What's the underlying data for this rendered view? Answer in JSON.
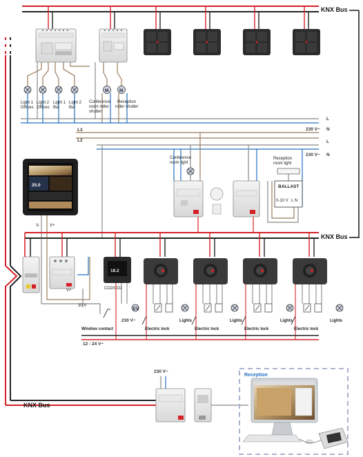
{
  "bus": {
    "top": "KNX Bus",
    "middle": "KNX Bus",
    "bottom": "KNX Bus"
  },
  "phases": {
    "l": "L",
    "n": "N",
    "l2": "L2",
    "l3": "L3",
    "v230": "230 V~"
  },
  "loads": [
    {
      "line1": "Light 1",
      "line2": "Offices"
    },
    {
      "line1": "Light 2",
      "line2": "Offices"
    },
    {
      "line1": "Light 1",
      "line2": "Bar"
    },
    {
      "line1": "Light 2",
      "line2": "Bar"
    }
  ],
  "shutters": [
    {
      "line1": "Conference",
      "line2": "room roller",
      "line3": "shutter"
    },
    {
      "line1": "Reception",
      "line2": "roller shutter",
      "line3": ""
    }
  ],
  "conference": {
    "line1": "Conference",
    "line2": "room light"
  },
  "reception_light": {
    "line1": "Reception",
    "line2": "room light"
  },
  "ballast": {
    "label": "BALLAST",
    "signal": "0-10 V",
    "ln": "L N"
  },
  "display": {
    "reading": "25.0"
  },
  "thermostat": {
    "reading": "18.2",
    "label": "CO2/CO2"
  },
  "small_labels": {
    "v_plus": "V+",
    "v_minus": "V-",
    "v30": "30 V",
    "window_contact": "Window contact",
    "v230_low": "230 V~",
    "v12_24": "12 - 24 V~",
    "v230_bottom": "230 V~"
  },
  "room_units": [
    {
      "lock": "Electric lock",
      "lights": "Lights"
    },
    {
      "lock": "Electric lock",
      "lights": "Lights"
    },
    {
      "lock": "Electric lock",
      "lights": "Lights"
    },
    {
      "lock": "Electric lock",
      "lights": "Lights"
    }
  ],
  "reception": {
    "title": "Reception"
  },
  "colors": {
    "bus_red": "#d42027",
    "bus_dark": "#222222",
    "neutral_blue": "#1f6fc2",
    "phase_brown": "#9a7b5a",
    "phase_grey": "#888888"
  }
}
